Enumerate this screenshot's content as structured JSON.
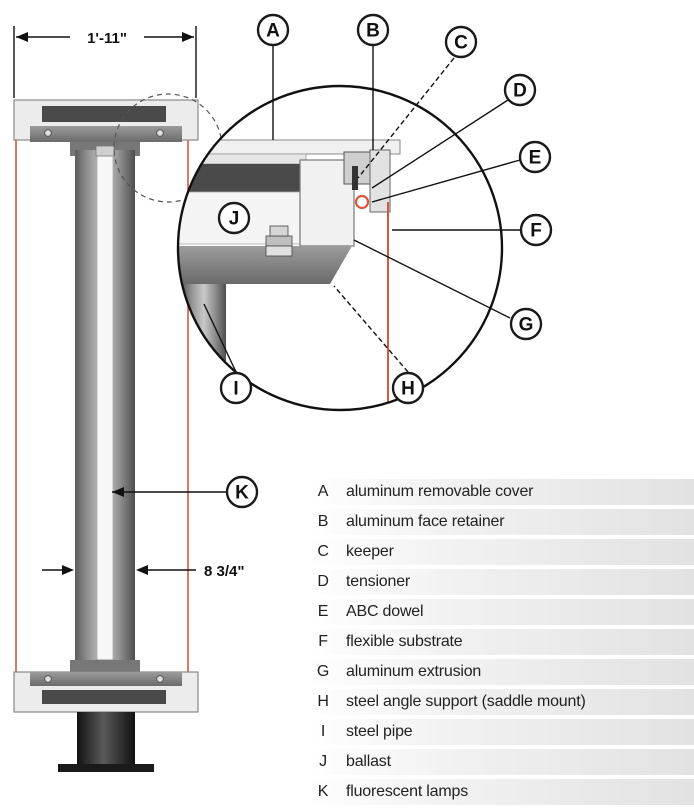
{
  "dimensions": {
    "width_label": "1'-11\"",
    "depth_label": "8 3/4\""
  },
  "callouts": [
    "A",
    "B",
    "C",
    "D",
    "E",
    "F",
    "G",
    "H",
    "I",
    "J",
    "K"
  ],
  "legend": [
    {
      "letter": "A",
      "text": "aluminum removable cover"
    },
    {
      "letter": "B",
      "text": "aluminum face retainer"
    },
    {
      "letter": "C",
      "text": "keeper"
    },
    {
      "letter": "D",
      "text": "tensioner"
    },
    {
      "letter": "E",
      "text": "ABC dowel"
    },
    {
      "letter": "F",
      "text": "flexible substrate"
    },
    {
      "letter": "G",
      "text": "aluminum extrusion"
    },
    {
      "letter": "H",
      "text": "steel angle support (saddle mount)"
    },
    {
      "letter": "I",
      "text": "steel pipe"
    },
    {
      "letter": "J",
      "text": "ballast"
    },
    {
      "letter": "K",
      "text": "fluorescent lamps"
    }
  ],
  "colors": {
    "substrate_line": "#d9573f",
    "steel_dark": "#3a3a3a",
    "steel_mid": "#8a8a8a",
    "aluminum": "#e9e9e9",
    "lamp": "#f7f7f7"
  }
}
